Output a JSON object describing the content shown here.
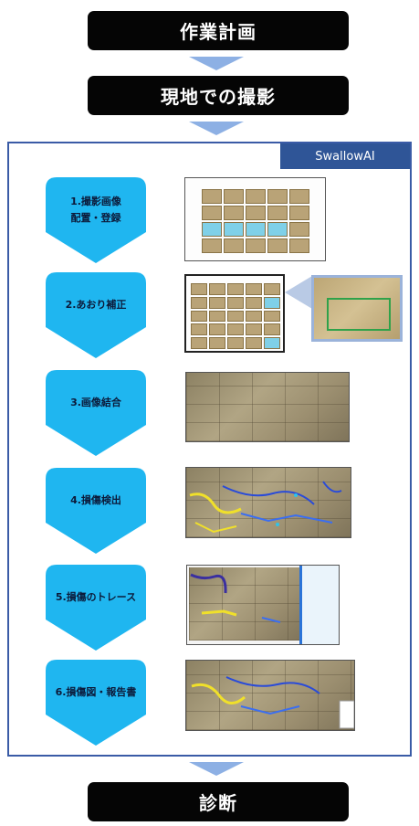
{
  "top_steps": [
    "作業計画",
    "現地での撮影"
  ],
  "bottom_step": "診断",
  "frame_tag": "SwallowAI",
  "steps": [
    {
      "line1": "1.撮影画像",
      "line2": "配置・登録"
    },
    {
      "line1": "2.あおり補正",
      "line2": ""
    },
    {
      "line1": "3.画像結合",
      "line2": ""
    },
    {
      "line1": "4.損傷検出",
      "line2": ""
    },
    {
      "line1": "5.損傷のトレース",
      "line2": ""
    },
    {
      "line1": "6.損傷図・報告書",
      "line2": ""
    }
  ],
  "colors": {
    "pill": "#050505",
    "arrow": "#8DB0E4",
    "frame": "#3A5BA6",
    "tag": "#2F5597",
    "step_fill": "#1FB6F0"
  }
}
